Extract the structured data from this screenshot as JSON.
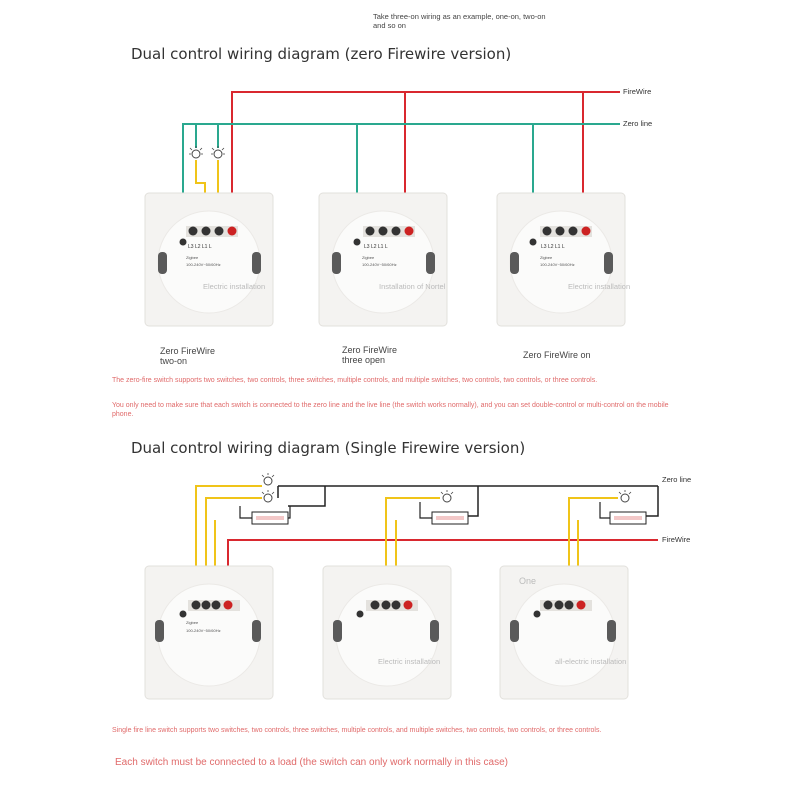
{
  "top_note": "Take three-on wiring as an example, one-on, two-on and so on",
  "section1": {
    "title": "Dual control wiring diagram (zero Firewire version)",
    "wire_live": "FireWire",
    "wire_zero": "Zero line",
    "switches": [
      {
        "caption": "Zero FireWire\ntwo-on",
        "panel_text": "Electric installation"
      },
      {
        "caption": "Zero FireWire\nthree open",
        "panel_text": "Installation of Nortel"
      },
      {
        "caption": "Zero FireWire on",
        "panel_text": "Electric installation"
      }
    ],
    "note1": "The zero-fire switch supports two switches, two controls, three switches, multiple controls, and multiple switches, two controls, two controls, or three controls.",
    "note2": "You only need to make sure that each switch is connected to the zero line and the live line (the switch works normally), and you can set double-control or multi-control on the mobile phone."
  },
  "section2": {
    "title": "Dual control wiring diagram (Single Firewire version)",
    "wire_zero": "Zero line",
    "wire_live": "FireWire",
    "switches": [
      {
        "panel_text": ""
      },
      {
        "panel_text": "Electric installation"
      },
      {
        "panel_text": "all-electric installation",
        "label_one": "One"
      }
    ],
    "note1": "Single fire line switch supports two switches, two controls, three switches, multiple controls, and multiple switches, two controls, two controls, or three controls.",
    "note2": "Each switch must be connected to a load (the switch can only work normally in this case)"
  },
  "terminal_labels": [
    "L3",
    "L2",
    "L1",
    "L"
  ],
  "panel_brand": "Zigbee",
  "colors": {
    "live": "#d9282f",
    "zero": "#2aa88f",
    "yellow": "#f0c419",
    "wire_black": "#222222",
    "note_red": "#e06a6a"
  },
  "icons": [
    "bulb-icon",
    "terminal-screw-icon",
    "load-resistor-icon"
  ]
}
